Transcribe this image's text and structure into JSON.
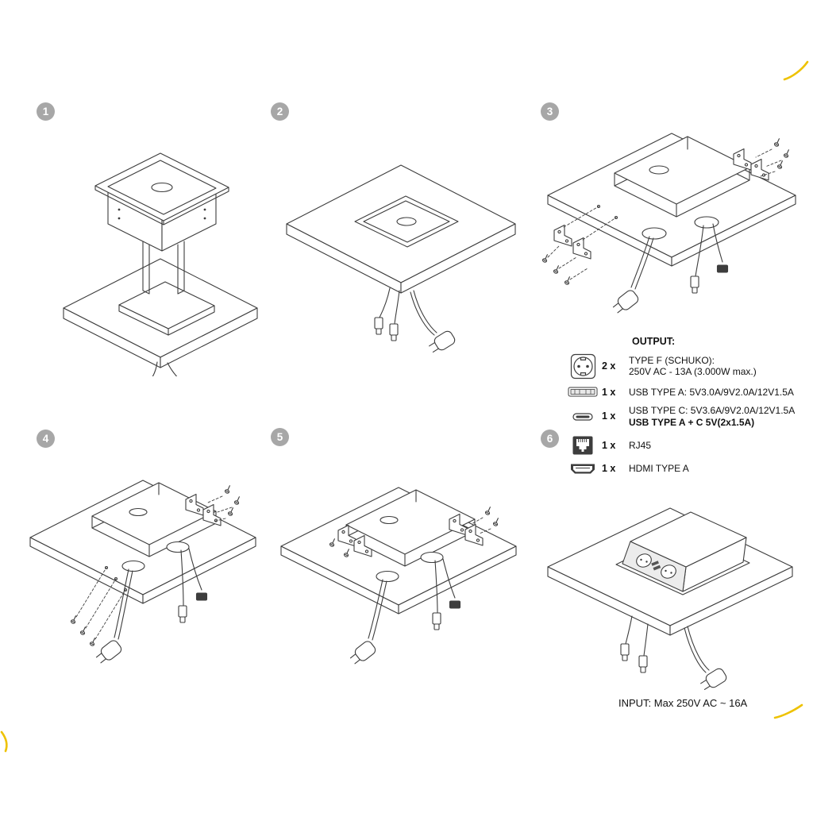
{
  "colors": {
    "line_art": "#3d3d3d",
    "step_badge": "#a7a7a7",
    "accent_yellow": "#eec200"
  },
  "steps": [
    {
      "number": "1"
    },
    {
      "number": "2"
    },
    {
      "number": "3"
    },
    {
      "number": "4"
    },
    {
      "number": "5"
    },
    {
      "number": "6"
    }
  ],
  "output_spec": {
    "title": "OUTPUT:",
    "rows": [
      {
        "icon": "schuko-socket-icon",
        "qty": "2 x",
        "line1": "TYPE F (SCHUKO):",
        "line2": "250V AC - 13A (3.000W max.)"
      },
      {
        "icon": "usb-type-a-icon",
        "qty": "1 x",
        "line1": "USB TYPE A: 5V3.0A/9V2.0A/12V1.5A"
      },
      {
        "icon": "usb-type-c-icon",
        "qty": "1 x",
        "line1": "USB TYPE C: 5V3.6A/9V2.0A/12V1.5A",
        "line2": "USB TYPE A + C 5V(2x1.5A)"
      },
      {
        "icon": "rj45-port-icon",
        "qty": "1 x",
        "line1": "RJ45"
      },
      {
        "icon": "hdmi-type-a-icon",
        "qty": "1 x",
        "line1": "HDMI TYPE A"
      }
    ]
  },
  "input_spec": {
    "label": "INPUT: Max 250V AC ~ 16A"
  }
}
